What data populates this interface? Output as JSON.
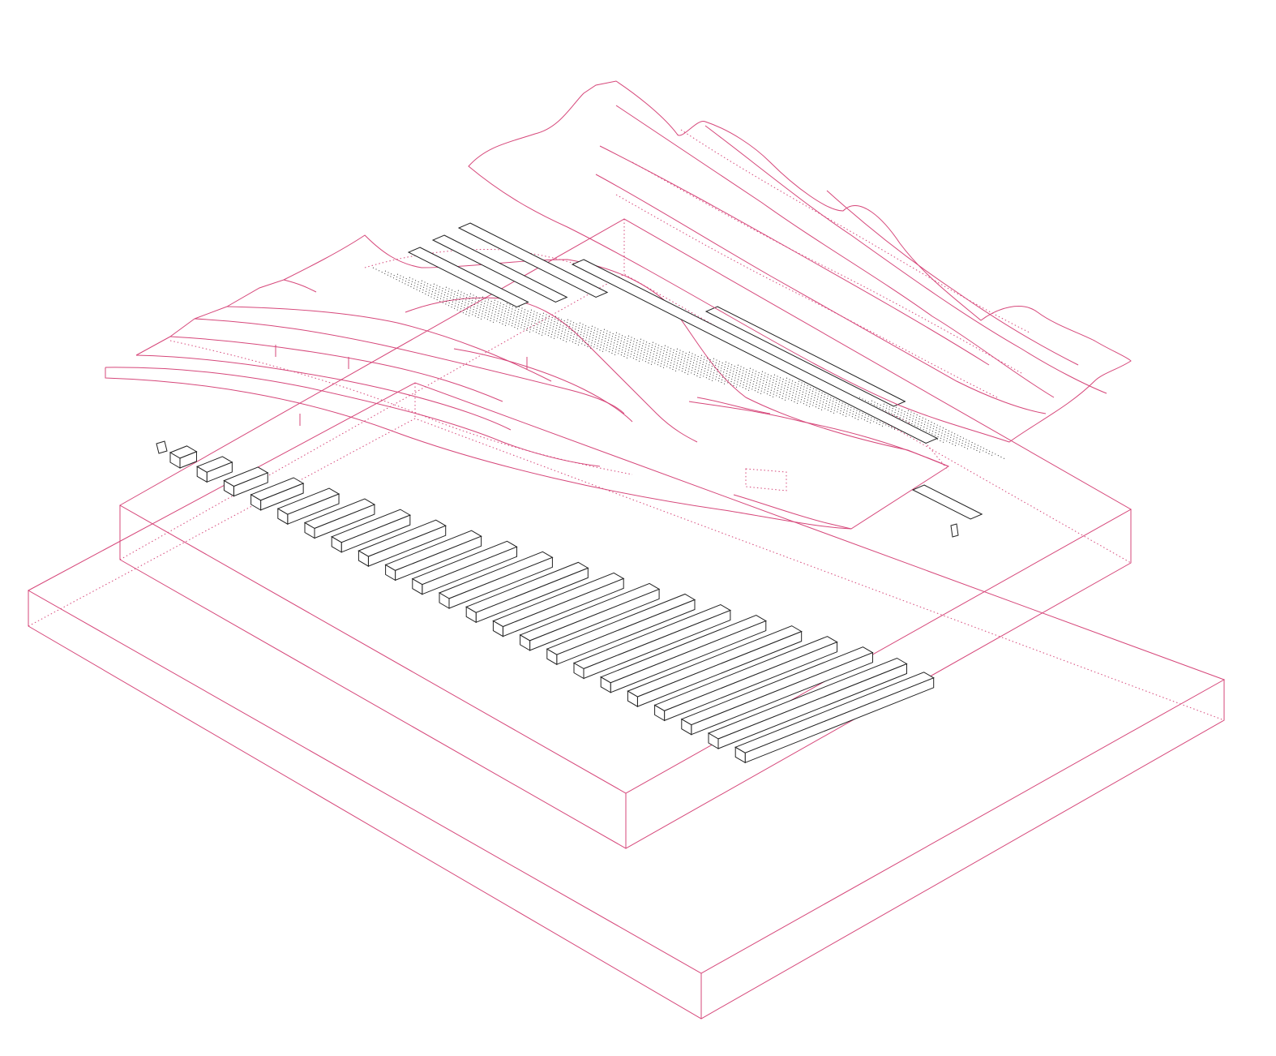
{
  "drawing": {
    "type": "exploded axonometric",
    "colors": {
      "background": "#ffffff",
      "site_lines": "#d6477a",
      "blocks": "#222222"
    },
    "layers": [
      "base-slab",
      "upper-slab",
      "bar-blocks",
      "landscape-contours",
      "tilted-canopy"
    ],
    "bar_count": 22
  }
}
